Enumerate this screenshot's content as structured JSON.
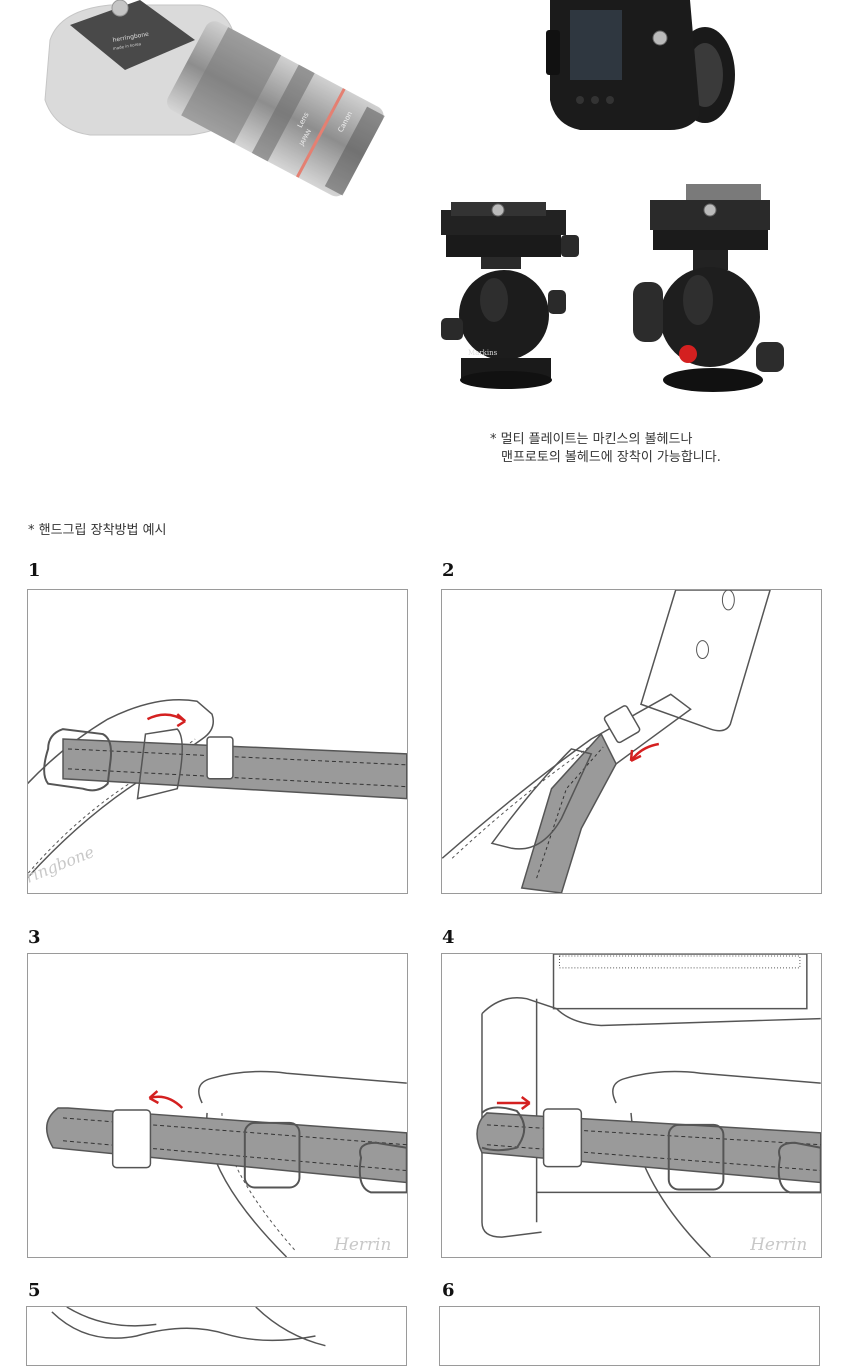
{
  "products": {
    "camera_plate_text_1": "herringbone",
    "camera_plate_text_2": "made in korea",
    "lens_text_1": "Lens",
    "lens_text_2": "JAPAN",
    "lens_text_3": "Canon",
    "ballhead_brand": "Markins"
  },
  "multiplate_caption": {
    "line1": "* 멀티 플레이트는 마킨스의 볼헤드나",
    "line2": "맨프로토의 볼헤드에 장착이 가능합니다."
  },
  "handgrip_section": {
    "title": "* 핸드그립 장착방법 예시",
    "steps": [
      {
        "number": "1",
        "watermark": "ringbone"
      },
      {
        "number": "2",
        "watermark": ""
      },
      {
        "number": "3",
        "watermark": "Herrin"
      },
      {
        "number": "4",
        "watermark": "Herrin"
      },
      {
        "number": "5",
        "watermark": ""
      },
      {
        "number": "6",
        "watermark": ""
      }
    ]
  },
  "colors": {
    "arrow": "#d42020",
    "strap_fill": "#9a9a9a",
    "line": "#555555"
  }
}
